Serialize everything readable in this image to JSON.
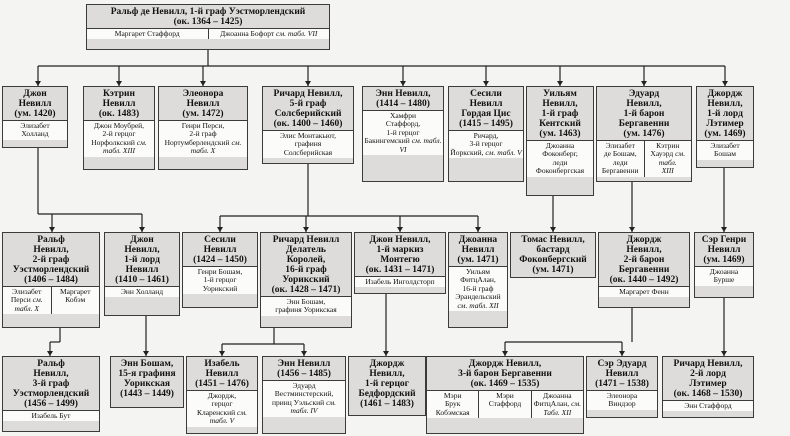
{
  "nodes": {
    "ralph1": {
      "name": "Ральф де Невилл, 1-й граф Уэстморлендский",
      "dates": "(ок. 1364 – 1425)",
      "spouses": [
        {
          "text": "Маргарет Стаффорд"
        },
        {
          "text": "Джоанна Бофорт",
          "ref": "см. табл. VII"
        }
      ]
    },
    "john1420": {
      "name": "Джон\nНевилл",
      "dates": "(ум. 1420)",
      "spouses": [
        {
          "text": "Элизабет\nХолланд"
        }
      ]
    },
    "katherine": {
      "name": "Кэтрин\nНевилл",
      "dates": "(ок. 1483)",
      "spouses": [
        {
          "text": "Джон Моубрей,\n2-й герцог\nНорфолкский",
          "ref": "см. табл. XIII"
        }
      ]
    },
    "eleanor": {
      "name": "Элеонора\nНевилл",
      "dates": "(ум. 1472)",
      "spouses": [
        {
          "text": "Генри Перси,\n2-й граф\nНортумберлендский",
          "ref": "см. табл. X"
        }
      ]
    },
    "richard_salisbury": {
      "name": "Ричард Невилл,\n5-й граф\nСолсберийский",
      "dates": "(ок. 1400 – 1460)",
      "spouses": [
        {
          "text": "Элис Монтакьют,\nграфиня\nСолсберийская"
        }
      ]
    },
    "anne1480": {
      "name": "Энн Невилл,",
      "dates": "(1414 – 1480)",
      "spouses": [
        {
          "text": "Хамфри\nСтаффорд,\n1-й герцог\nБакингемский",
          "ref": "см. табл. VI"
        }
      ]
    },
    "cecily_york": {
      "name": "Сесили\nНевилл\nГордая Цис",
      "dates": "(1415 – 1495)",
      "spouses": [
        {
          "text": "Ричард,\n3-й герцог\nЙоркский,",
          "ref": "см. табл. V"
        }
      ]
    },
    "william_kent": {
      "name": "Уильям\nНевилл,\n1-й граф\nКентский",
      "dates": "(ум. 1463)",
      "spouses": [
        {
          "text": "Джоанна\nФоконберг,\nледи\nФоконбергская"
        }
      ]
    },
    "edward_berg": {
      "name": "Эдуард\nНевилл,\n1-й барон\nБергавенни",
      "dates": "(ум. 1476)",
      "spouses": [
        {
          "text": "Элизабет\nде Бошам,\nледи\nБергавенни"
        },
        {
          "text": "Кэтрин\nХауэрд",
          "ref": "см. табл.\nXIII"
        }
      ]
    },
    "george_latimer1": {
      "name": "Джордж\nНевилл,\n1-й лорд\nЛэтимер",
      "dates": "(ум. 1469)",
      "spouses": [
        {
          "text": "Элизабет\nБошам"
        }
      ]
    },
    "ralph2": {
      "name": "Ральф\nНевилл,\n2-й граф\nУэстморлендский",
      "dates": "(1406 – 1484)",
      "spouses": [
        {
          "text": "Элизабет\nПерси",
          "ref": "см. табл. Х"
        },
        {
          "text": "Маргарет\nКобэм"
        }
      ]
    },
    "john_lord": {
      "name": "Джон\nНевилл,\n1-й лорд\nНевилл",
      "dates": "(1410 – 1461)",
      "spouses": [
        {
          "text": "Энн Холланд"
        }
      ]
    },
    "cecily1450": {
      "name": "Сесили\nНевилл",
      "dates": "(1424 – 1450)",
      "spouses": [
        {
          "text": "Генри Бошам,\n1-й герцог\nУорикский"
        }
      ]
    },
    "kingmaker": {
      "name": "Ричард Невилл\nДелатель\nКоролей,\n16-й граф\nУорикский",
      "dates": "(ок. 1428 – 1471)",
      "spouses": [
        {
          "text": "Энн Бошам,\nграфиня Уорикская"
        }
      ]
    },
    "john_montagu": {
      "name": "Джон Невилл,\n1-й маркиз\nМонтегю",
      "dates": "(ок. 1431 – 1471)",
      "spouses": [
        {
          "text": "Изабель Инголдсторп"
        }
      ]
    },
    "joan1462": {
      "name": "Джоанна\nНевилл",
      "dates": "(ум. 1471)",
      "spouses": [
        {
          "text": "Уильям\nФитцАлан,\n16-й граф\nЭрандельский",
          "ref": "см. табл. XII"
        }
      ]
    },
    "thomas_bastard": {
      "name": "Томас Невилл,\nбастард\nФоконбергский",
      "dates": "(ум. 1471)",
      "spouses": []
    },
    "george_berg2": {
      "name": "Джордж\nНевилл,\n2-й барон\nБергавенни",
      "dates": "(ок. 1440 – 1492)",
      "spouses": [
        {
          "text": "Маргарет Фенн"
        }
      ]
    },
    "henry1469": {
      "name": "Сэр Генри\nНевилл",
      "dates": "(ум. 1469)",
      "spouses": [
        {
          "text": "Джоанна\nБурше"
        }
      ]
    },
    "ralph3": {
      "name": "Ральф\nНевилл,\n3-й граф\nУэстморлендский",
      "dates": "(1456 – 1499)",
      "spouses": [
        {
          "text": "Изабель Бут"
        }
      ]
    },
    "anne_warwick15": {
      "name": "Энн Бошам,\n15-я графиня\nУорикская",
      "dates": "(1443 – 1449)",
      "spouses": []
    },
    "isabel": {
      "name": "Изабель\nНевилл",
      "dates": "(1451 – 1476)",
      "spouses": [
        {
          "text": "Джордж,\nгерцог\nКларенский",
          "ref": "см. табл. V"
        }
      ]
    },
    "anne1485": {
      "name": "Энн Невилл",
      "dates": "(1456 – 1485)",
      "spouses": [
        {
          "text": "Эдуард\nВестминстерский,\nпринц Уэльский",
          "ref": "см. табл. IV"
        }
      ]
    },
    "george_bedford": {
      "name": "Джордж\nНевилл,\n1-й герцог\nБедфордский",
      "dates": "(1461 – 1483)",
      "spouses": []
    },
    "george_berg3": {
      "name": "Джордж Невилл,\n3-й барон Бергавенни",
      "dates": "(ок. 1469 – 1535)",
      "spouses": [
        {
          "text": "Мэри\nБрук\nКобэмская"
        },
        {
          "text": "Мэри\nСтаффорд"
        },
        {
          "text": "Джоанна\nФитцАлан,",
          "ref": "см. Табл. XII"
        }
      ]
    },
    "edward1538": {
      "name": "Сэр Эдуард\nНевилл",
      "dates": "(1471 – 1538)",
      "spouses": [
        {
          "text": "Элеонора\nВиндзор"
        }
      ]
    },
    "richard_latimer2": {
      "name": "Ричард Невилл,\n2-й лорд\nЛэтимер",
      "dates": "(ок. 1468 – 1530)",
      "spouses": [
        {
          "text": "Энн Стаффорд"
        }
      ]
    }
  }
}
